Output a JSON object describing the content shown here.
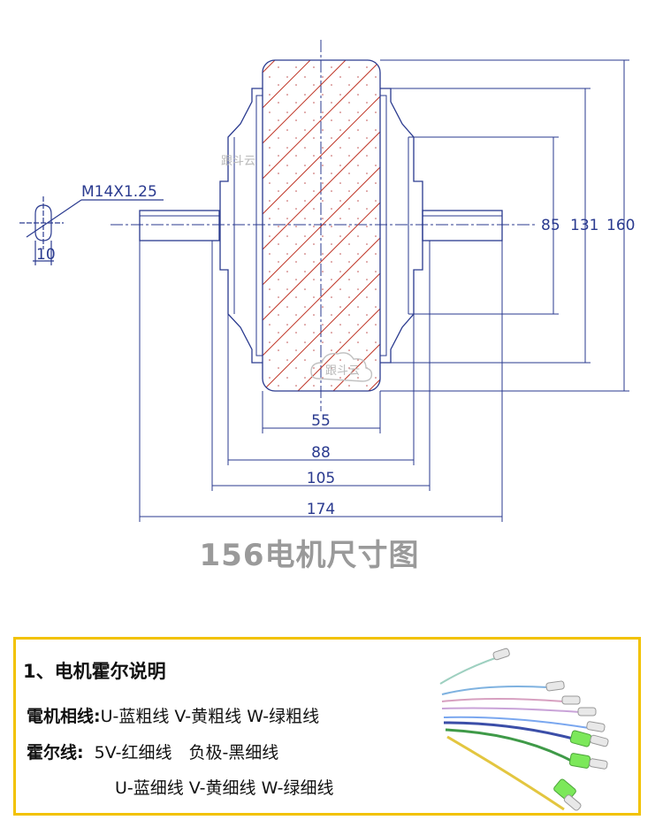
{
  "drawing": {
    "thread_label": "M14X1.25",
    "flat_width": "10",
    "dims_horizontal": [
      "55",
      "88",
      "105",
      "174"
    ],
    "dims_vertical": [
      "85",
      "131",
      "160"
    ],
    "watermark": "跟斗云"
  },
  "title": "156电机尺寸图",
  "info": {
    "heading": "1、电机霍尔说明",
    "phase_label": "電机相线:",
    "phase_text": "U-蓝粗线 V-黄粗线 W-绿粗线",
    "hall_label": "霍尔线:",
    "hall_text1": "5V-红细线　负极-黑细线",
    "hall_text2": "U-蓝细线 V-黄细线 W-绿细线"
  },
  "colors": {
    "line": "#2a3a8f",
    "tire_hatch": "#c0392b",
    "frame": "#f2c200",
    "title": "#9a9a9a"
  }
}
